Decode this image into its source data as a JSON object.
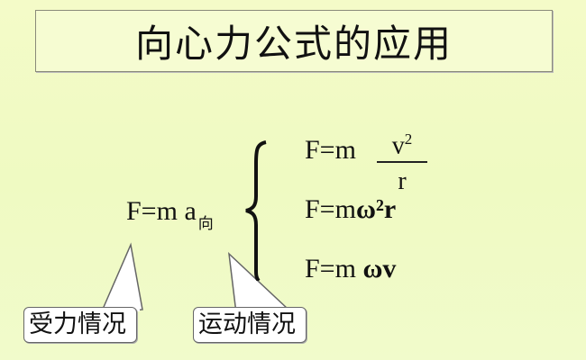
{
  "title": "向心力公式的应用",
  "main_equation": {
    "text": "F=m a",
    "subscript": "向"
  },
  "equations": [
    {
      "prefix": "F=m",
      "fraction": {
        "numerator": "v",
        "exponent": "2",
        "denominator": "r"
      }
    },
    {
      "prefix": "F=m",
      "bold_part": "ω²r"
    },
    {
      "prefix": "F=m ",
      "bold_part": "ωv"
    }
  ],
  "callouts": [
    {
      "label": "受力情况"
    },
    {
      "label": "运动情况"
    }
  ],
  "colors": {
    "background": "#f0fac4",
    "border": "#8a8a7a",
    "text": "#111111"
  }
}
